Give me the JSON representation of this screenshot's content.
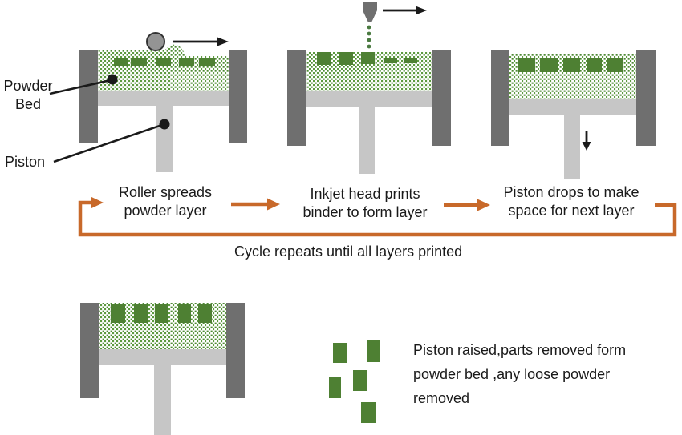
{
  "colors": {
    "wall_gray": "#6f6f6f",
    "platform_gray": "#c6c6c6",
    "part_green": "#4e8033",
    "powder_green": "#5d9a3f",
    "powder_green_alt": "#4f8a35",
    "droplet_green": "#4a7a40",
    "arrow_orange": "#c8692a",
    "roller_gray": "#949494",
    "arrow_black": "#1a1a1a",
    "text_black": "#1a1a1a"
  },
  "machine_labels": {
    "powder_bed": [
      "Powder",
      "Bed"
    ],
    "piston": "Piston"
  },
  "steps": [
    {
      "lines": [
        "Roller spreads",
        "powder layer"
      ]
    },
    {
      "lines": [
        "Inkjet head prints",
        "binder to form layer"
      ]
    },
    {
      "lines": [
        "Piston drops to make",
        "space for next layer"
      ]
    }
  ],
  "cycle_caption": "Cycle repeats until all layers printed",
  "final_note": {
    "lines": [
      "Piston raised,parts removed form",
      "powder bed ,any loose powder",
      "removed"
    ]
  },
  "icons": {
    "roller": "gray-circle-roller",
    "inkjet_head": "tapered-nozzle",
    "binder_droplets": "dotted-green-stream",
    "motion_arrow": "black-right-arrow",
    "piston_motion": "black-down-arrow",
    "step_arrow": "orange-right-arrow",
    "cycle_loop": "orange-rectangular-loop-arrow",
    "label_pointer": "black-dot-with-leader-line"
  }
}
